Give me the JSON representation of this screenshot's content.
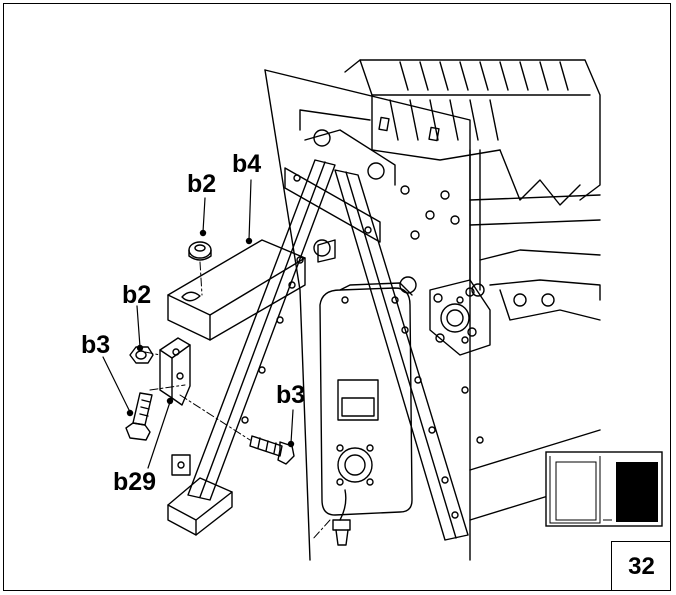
{
  "callouts": {
    "b4": "b4",
    "b2_top": "b2",
    "b2_mid": "b2",
    "b3_left": "b3",
    "b3_right": "b3",
    "b29": "b29"
  },
  "page_number": "32",
  "colors": {
    "line": "#000000",
    "background": "#ffffff",
    "inset_filled": "#000000"
  },
  "icons": {
    "orientation_thumbnail": "machine-position-thumbnail-icon"
  }
}
